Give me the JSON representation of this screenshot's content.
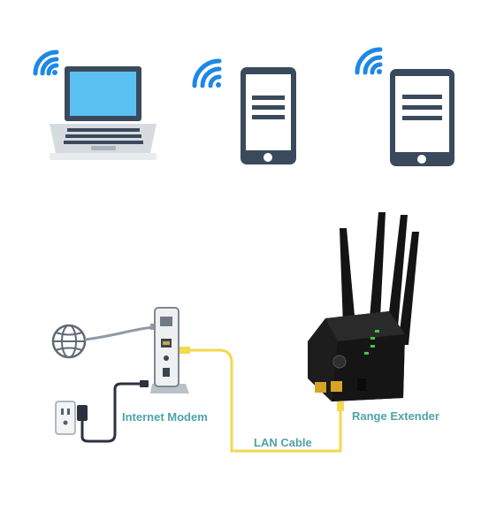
{
  "labels": {
    "modem": "Internet Modem",
    "extender": "Range Extender",
    "lan": "LAN Cable"
  },
  "colors": {
    "wifi": "#1e88e5",
    "screen": "#5bc0f2",
    "device_frame": "#3a4a5c",
    "label": "#4fa3a7",
    "lan_cable": "#f2d94e",
    "extender_body": "#1d1d1d",
    "led": "#3ec93e",
    "power_cord": "#2d3140"
  },
  "icons": {
    "laptop": "laptop-icon",
    "phone": "smartphone-icon",
    "tablet": "tablet-icon",
    "wifi": "wifi-icon",
    "globe": "globe-icon",
    "outlet": "power-outlet-icon"
  }
}
